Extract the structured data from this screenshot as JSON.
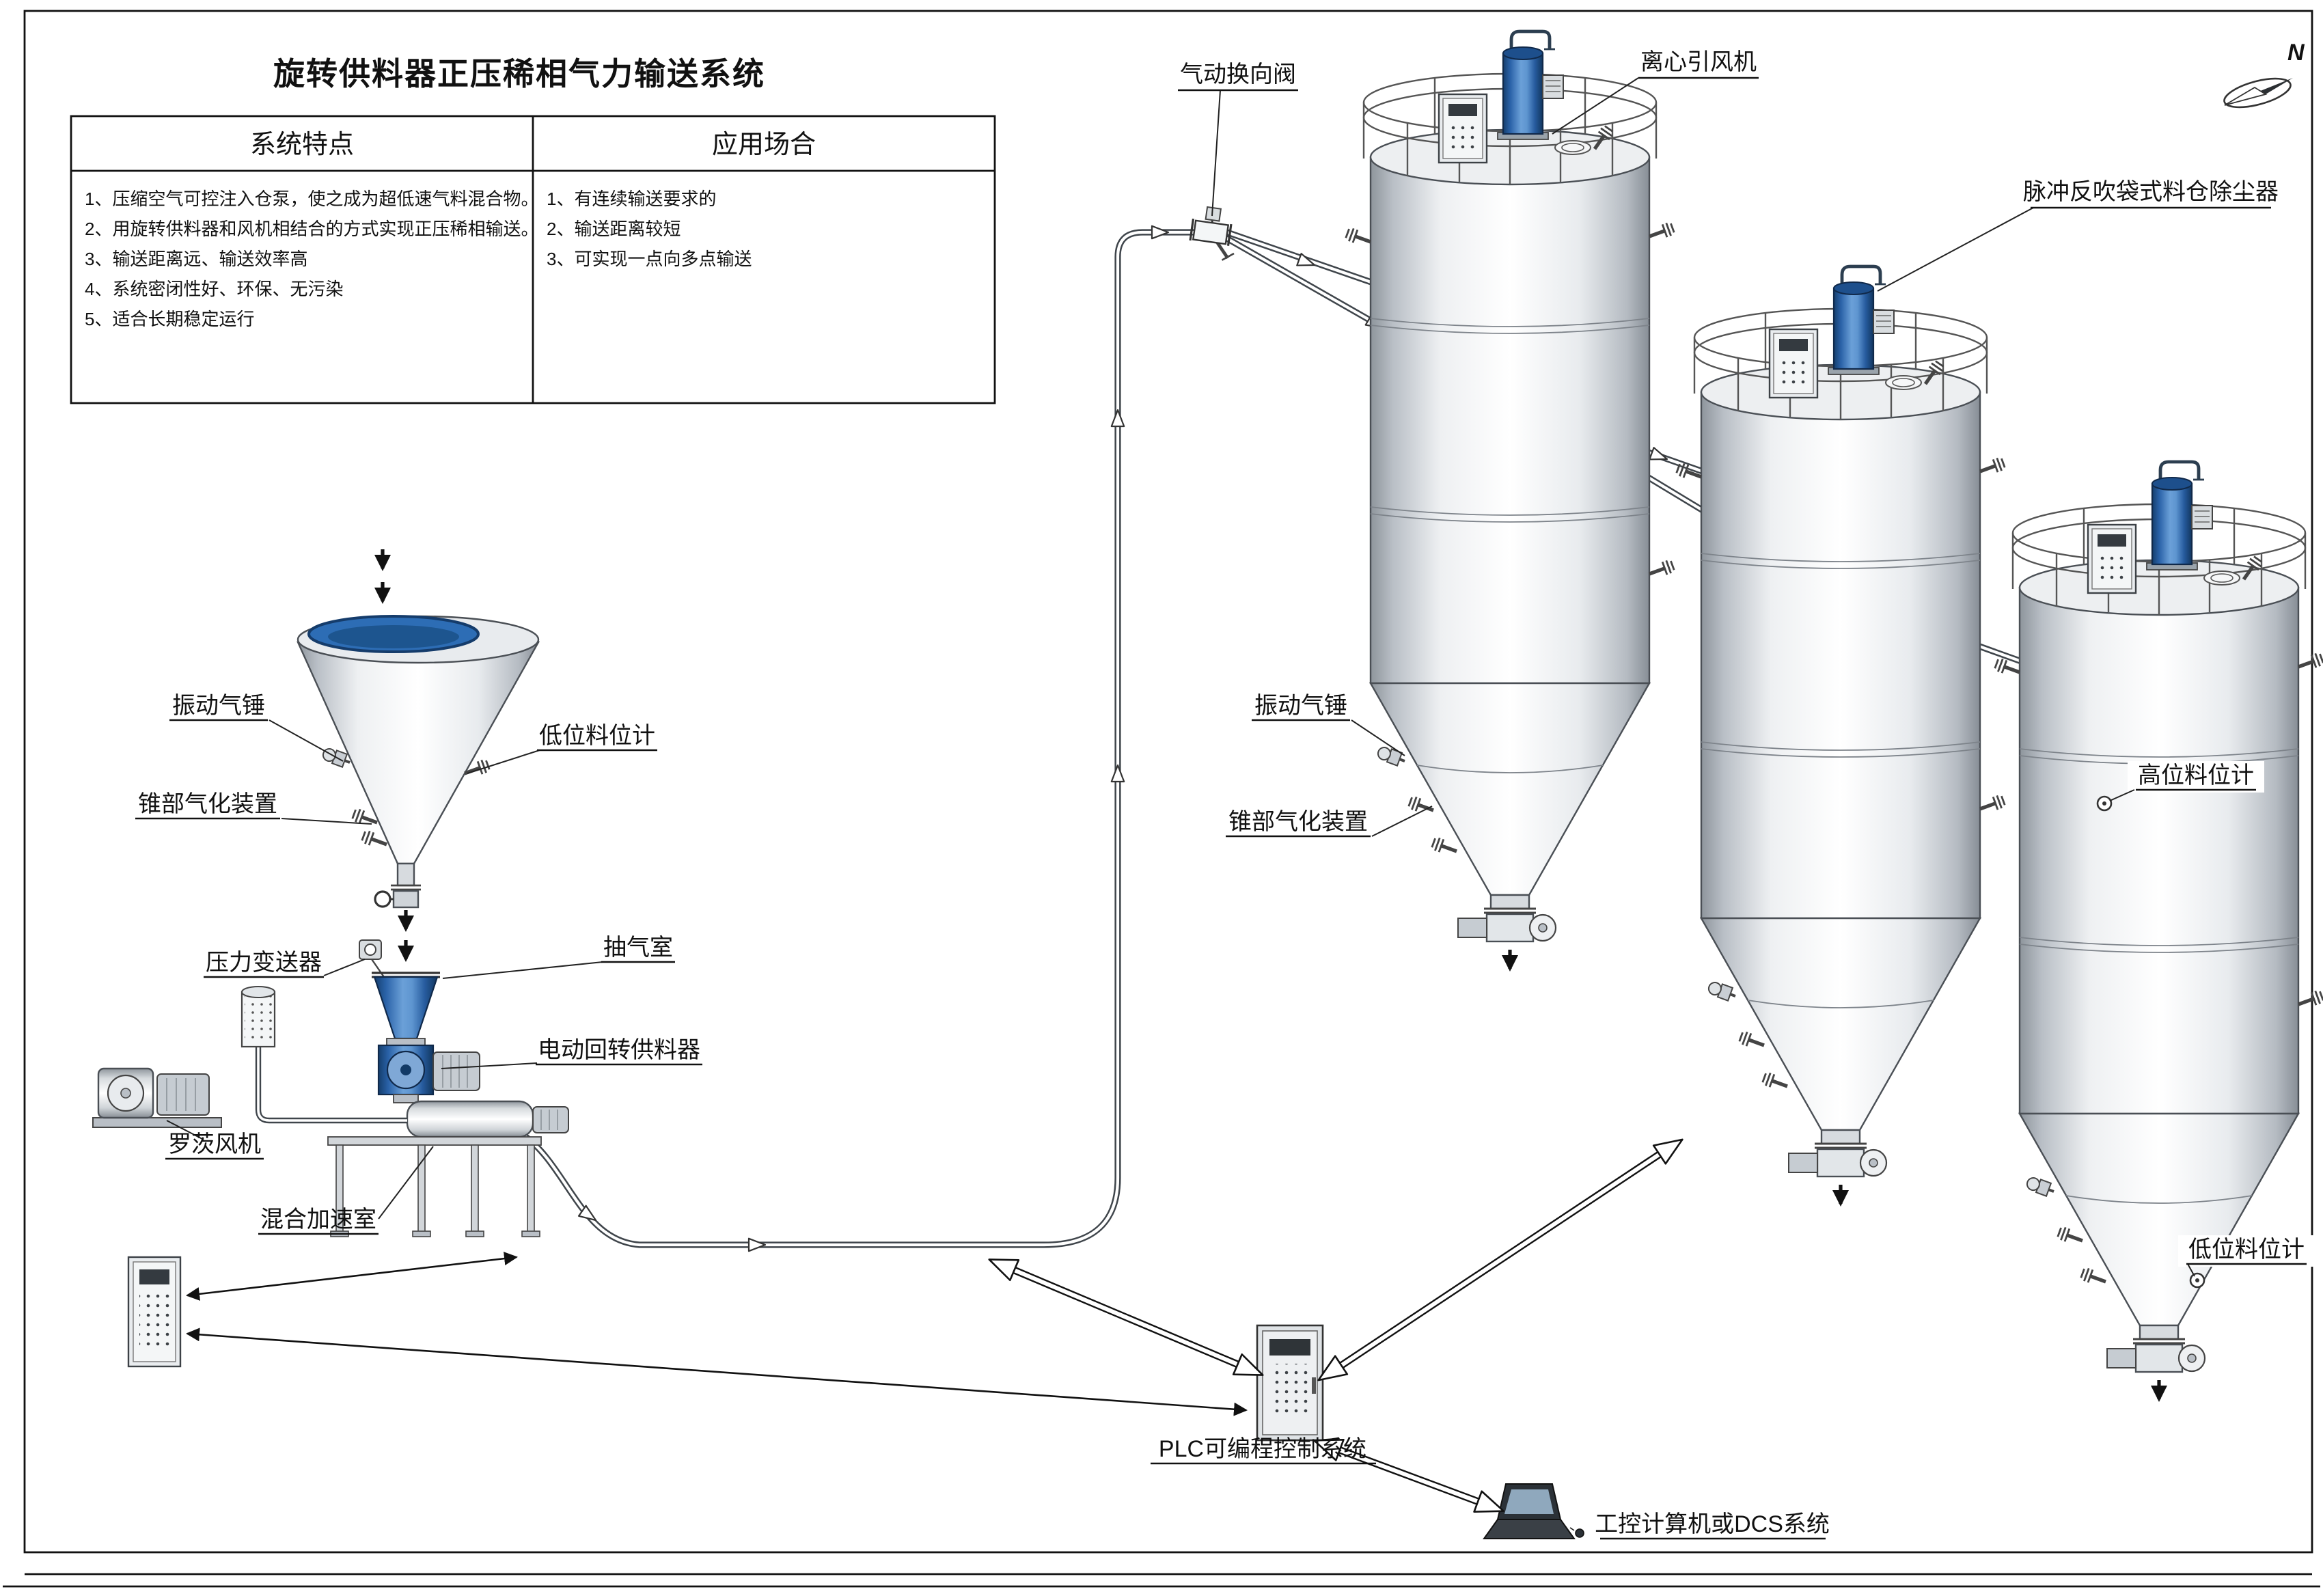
{
  "title": "旋转供料器正压稀相气力输送系统",
  "table": {
    "header_left": "系统特点",
    "header_right": "应用场合",
    "features": [
      "1、压缩空气可控注入仓泵，使之成为超低速气料混合物。",
      "2、用旋转供料器和风机相结合的方式实现正压稀相输送。",
      "3、输送距离远、输送效率高",
      "4、系统密闭性好、环保、无污染",
      "5、适合长期稳定运行"
    ],
    "applications": [
      "1、有连续输送要求的",
      "2、输送距离较短",
      "3、可实现一点向多点输送"
    ]
  },
  "labels": {
    "pneumatic_diverter_valve": "气动换向阀",
    "centrifugal_fan": "离心引风机",
    "dust_collector": "脉冲反吹袋式料仓除尘器",
    "vibrator_left": "振动气锤",
    "low_level_indicator_left": "低位料位计",
    "cone_aeration_left": "锥部气化装置",
    "pressure_transmitter": "压力变送器",
    "air_extraction_chamber": "抽气室",
    "rotary_feeder": "电动回转供料器",
    "roots_blower": "罗茨风机",
    "mixing_chamber": "混合加速室",
    "vibrator_silo": "振动气锤",
    "cone_aeration_silo": "锥部气化装置",
    "high_level_indicator": "高位料位计",
    "low_level_indicator_right": "低位料位计",
    "plc": "PLC可编程控制系统",
    "dcs": "工控计算机或DCS系统",
    "compass": "N"
  },
  "colors": {
    "equipment_blue": "#2d6db5",
    "line": "#111111",
    "steel_light": "#f2f4f5",
    "steel_dark": "#9aa0a6"
  }
}
